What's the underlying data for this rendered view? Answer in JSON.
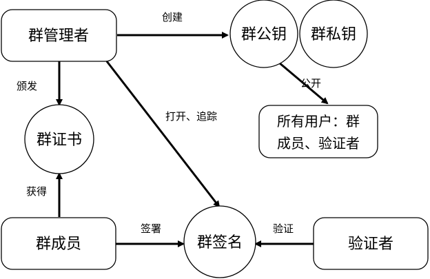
{
  "nodes": {
    "group_manager": "群管理者",
    "group_public_key": "群公钥",
    "group_private_key": "群私钥",
    "all_users_line1": "所有用户：群",
    "all_users_line2": "成员、验证者",
    "group_certificate": "群证书",
    "group_member": "群成员",
    "group_signature": "群签名",
    "verifier": "验证者"
  },
  "edges": {
    "create": "创建",
    "issue": "颁发",
    "open_trace": "打开、追踪",
    "public": "公开",
    "obtain": "获得",
    "sign": "签署",
    "verify": "验证"
  }
}
